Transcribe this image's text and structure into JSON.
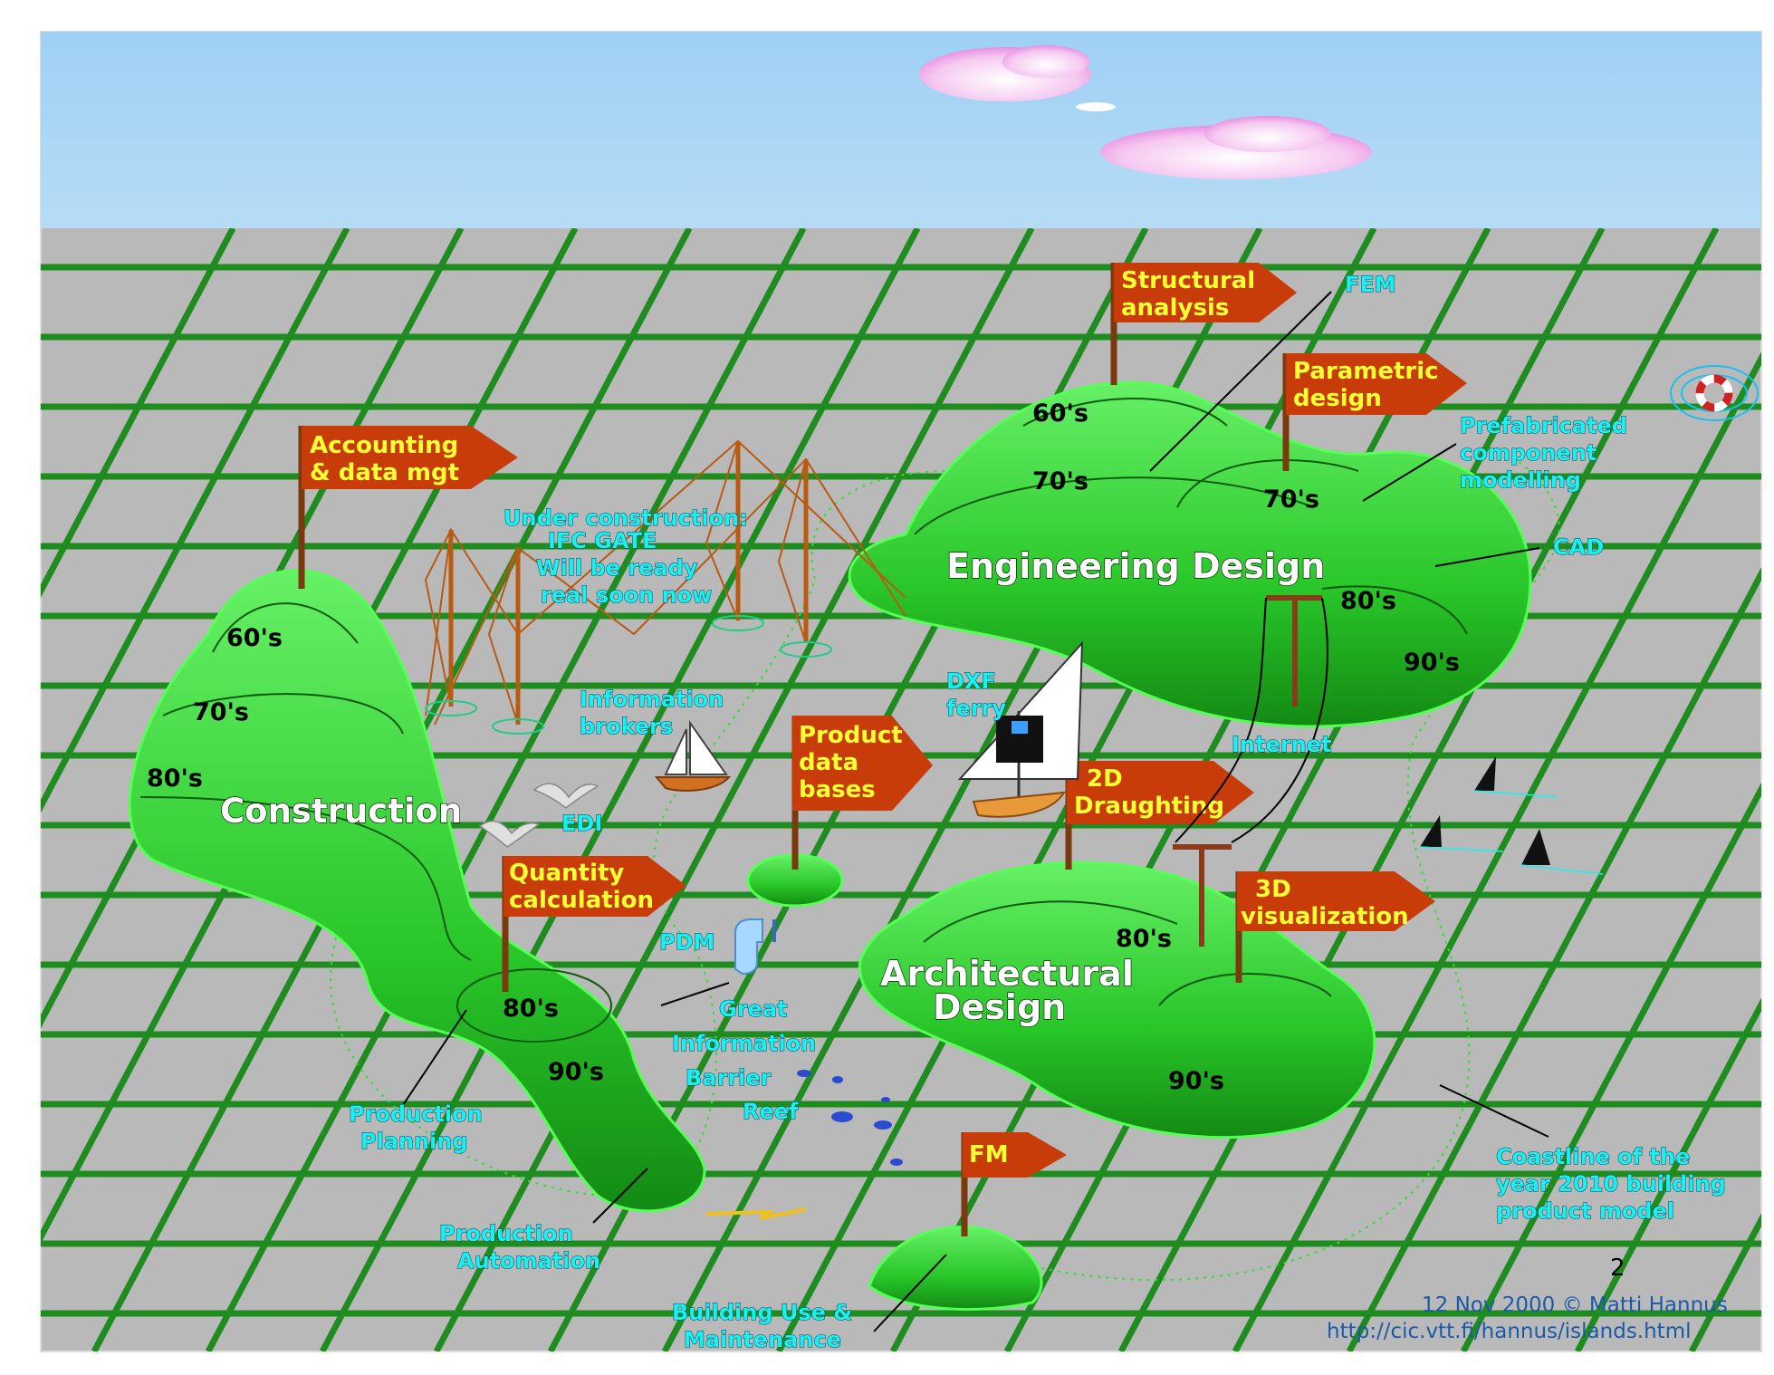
{
  "islands": {
    "construction": {
      "title": "Construction",
      "eras": [
        "60's",
        "70's",
        "80's",
        "80's",
        "90's"
      ]
    },
    "engineering_design": {
      "title": "Engineering Design",
      "eras": [
        "60's",
        "70's",
        "70's",
        "80's",
        "90's"
      ]
    },
    "architectural_design": {
      "title_line1": "Architectural",
      "title_line2": "Design",
      "eras": [
        "80's",
        "90's"
      ]
    }
  },
  "flags": [
    {
      "line1": "Accounting",
      "line2": "& data mgt"
    },
    {
      "line1": "Structural",
      "line2": "analysis"
    },
    {
      "line1": "Parametric",
      "line2": "design"
    },
    {
      "line1": "Product",
      "line2": "data",
      "line3": "bases"
    },
    {
      "line1": "2D",
      "line2": "Draughting"
    },
    {
      "line1": "Quantity",
      "line2": "calculation"
    },
    {
      "line1": "3D",
      "line2": "visualization"
    },
    {
      "line1": "FM"
    }
  ],
  "labels": {
    "bridge": [
      "Under construction:",
      "IFC GATE",
      "Will be ready",
      "real soon now"
    ],
    "fem": "FEM",
    "prefab": [
      "Prefabricated",
      "component",
      "modelling"
    ],
    "cad": "CAD",
    "info_brokers": [
      "Information",
      "brokers"
    ],
    "dxf_ferry": [
      "DXF",
      "ferry"
    ],
    "internet": "Internet",
    "edi": "EDI",
    "pdm": "PDM",
    "barrier": [
      "Great",
      "Information",
      "Barrier"
    ],
    "reef": "Reef",
    "production_planning": [
      "Production",
      "Planning"
    ],
    "production_automation": [
      "Production",
      "Automation"
    ],
    "building_use": [
      "Building Use &",
      "Maintenance"
    ],
    "coastline": [
      "Coastline of the",
      "year 2010 building",
      "product model"
    ]
  },
  "footer": {
    "page_number": "2",
    "credit": "12 Nov 2000 © Matti Hannus",
    "url": "http://cic.vtt.fi/hannus/islands.html"
  },
  "colors": {
    "sky": "#a8d4f4",
    "sea": "#b9b9b9",
    "grid": "#1e8c1e",
    "island": "#33dd33",
    "flag": "#c83c0a",
    "flag_text": "#ffff33",
    "label": "#19f0f0"
  }
}
